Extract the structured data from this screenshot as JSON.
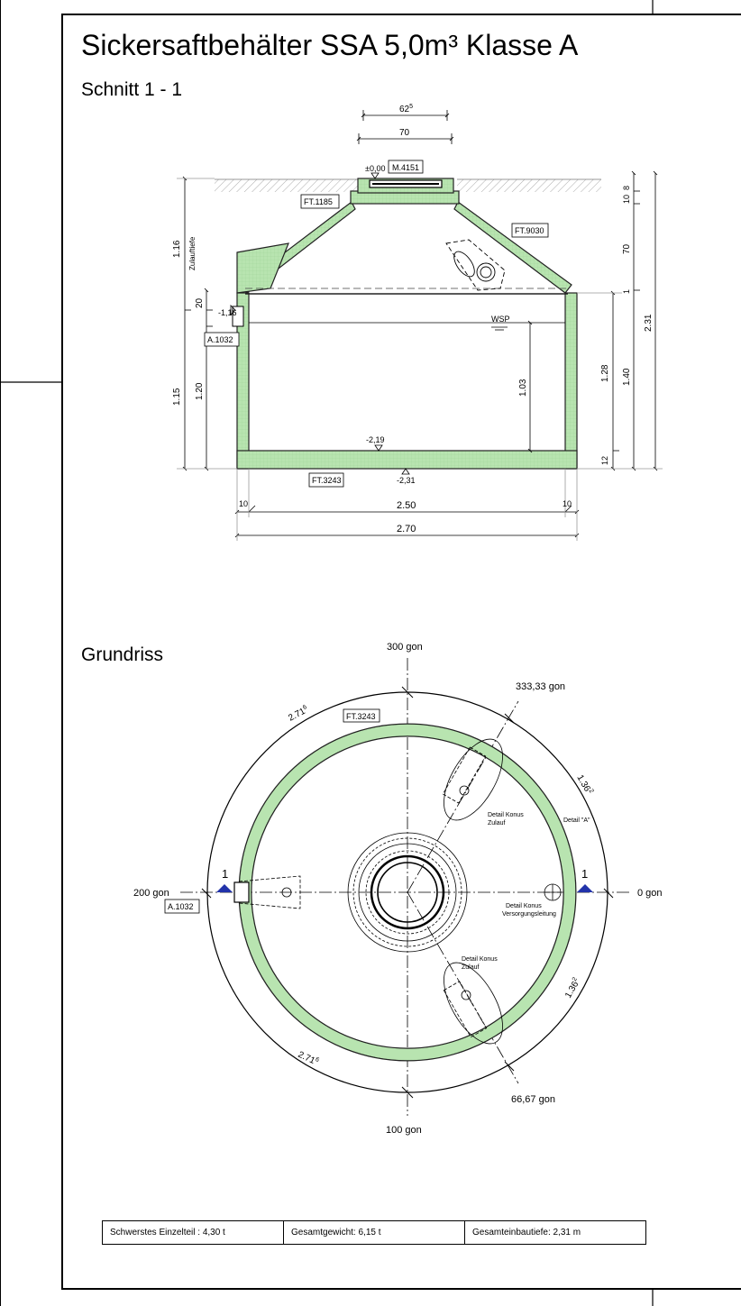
{
  "title": "Sickersaftbehälter SSA 5,0m³ Klasse A",
  "section_view": {
    "label": "Schnitt 1 - 1",
    "tags": {
      "m4151": "M.4151",
      "ft1185": "FT.1185",
      "ft9030": "FT.9030",
      "a1032": "A.1032",
      "ft3243": "FT.3243"
    },
    "levels": {
      "top": "±0,00",
      "inlet": "-1,16",
      "bottom_inside": "-2,19",
      "bottom_outside": "-2,31"
    },
    "water_level": "WSP",
    "zulauftiefe": "Zulauftiefe",
    "dims_top": {
      "d1": "62",
      "d1_sup": "5",
      "d2": "70"
    },
    "dims_left": {
      "a": "1.16",
      "b": "20",
      "c": "1.15",
      "d": "1.20"
    },
    "dims_right": {
      "a": "10",
      "b": "8",
      "c": "70",
      "d": "1",
      "e": "2.31",
      "f": "1.28",
      "g": "1.40",
      "h": "12",
      "i": "1.03"
    },
    "dims_bottom": {
      "wall_left": "10",
      "inner": "2.50",
      "wall_right": "10",
      "outer": "2.70"
    }
  },
  "plan_view": {
    "label": "Grundriss",
    "angles": {
      "a300": "300 gon",
      "a333": "333,33 gon",
      "a200": "200 gon",
      "a0": "0 gon",
      "a66": "66,67 gon",
      "a100": "100 gon"
    },
    "tags": {
      "ft3243": "FT.3243",
      "a1032": "A.1032"
    },
    "section_marks": {
      "left": "1",
      "right": "1"
    },
    "arcs": {
      "top_left": "2.71",
      "top_left_sup": "6",
      "top_right": "1.36",
      "top_right_sup": "2",
      "bot_right": "1.36",
      "bot_right_sup": "2",
      "bot_left": "2.71",
      "bot_left_sup": "6"
    },
    "details": {
      "zulauf_top": [
        "Detail Konus",
        "Zulauf"
      ],
      "detail_a": "Detail \"A\"",
      "versorgung": [
        "Detail Konus",
        "Versorgungsleitung"
      ],
      "zulauf_bottom": [
        "Detail Konus",
        "Zulauf"
      ]
    }
  },
  "footer": {
    "heaviest": "Schwerstes Einzelteil : 4,30 t",
    "total_weight": "Gesamtgewicht: 6,15 t",
    "depth": "Gesamteinbautiefe: 2,31 m"
  },
  "colors": {
    "concrete": "#b8e4b0",
    "edge": "#222222"
  }
}
